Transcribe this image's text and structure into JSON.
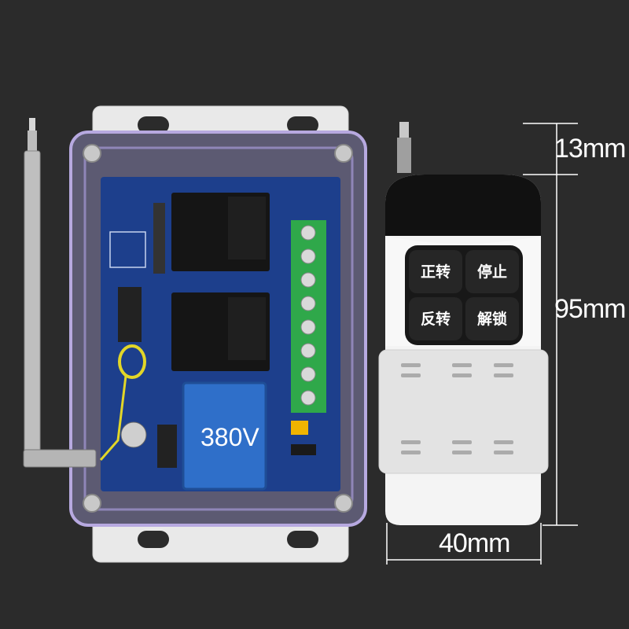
{
  "transformer": {
    "label": "380V"
  },
  "remote": {
    "buttons": [
      {
        "label": "正转"
      },
      {
        "label": "停止"
      },
      {
        "label": "反转"
      },
      {
        "label": "解锁"
      }
    ]
  },
  "dimensions": {
    "antenna": "13mm",
    "length": "95mm",
    "width": "40mm"
  },
  "colors": {
    "background": "#2b2b2b",
    "pcb": "#1d3f8c",
    "transformer": "#2f6fc9",
    "terminal_block": "#2fa84a",
    "remote_body": "#f2f2f2",
    "remote_top": "#111111"
  }
}
